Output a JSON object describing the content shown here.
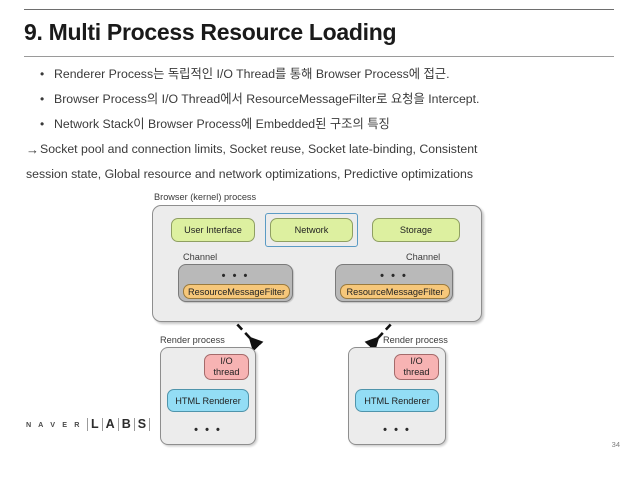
{
  "slide": {
    "title": "9. Multi Process Resource Loading",
    "page_number": "34"
  },
  "bullets": [
    {
      "marker": "•",
      "text": "Renderer Process는 독립적인 I/O Thread를 통해 Browser Process에 접근."
    },
    {
      "marker": "•",
      "text": "Browser Process의 I/O Thread에서  ResourceMessageFilter로 요청을 Intercept."
    },
    {
      "marker": "•",
      "text": "Network Stack이 Browser Process에 Embedded된 구조의 특징"
    },
    {
      "marker": "→",
      "text": "Socket pool and connection limits, Socket reuse, Socket late-binding, Consistent"
    }
  ],
  "continuation_line": "session state, Global resource and network optimizations, Predictive optimizations",
  "diagram": {
    "browser_process_label": "Browser (kernel) process",
    "services": [
      {
        "name": "User Interface"
      },
      {
        "name": "Network"
      },
      {
        "name": "Storage"
      }
    ],
    "channel_label_left": "Channel",
    "channel_label_right": "Channel",
    "channel_dots": "• • •",
    "resource_message_filter": "ResourceMessageFilter",
    "render_process_label_left": "Render process",
    "render_process_label_right": "Render process",
    "io_thread_line1": "I/O",
    "io_thread_line2": "thread",
    "html_renderer": "HTML Renderer",
    "render_dots": "• • •",
    "colors": {
      "service_fill": "#ddf0a0",
      "network_highlight": "#5b9bc4",
      "channel_fill": "#b9b9b9",
      "filter_fill": "#f6c77a",
      "io_thread_fill": "#f7b3b3",
      "html_renderer_fill": "#93ddf5",
      "process_fill": "#ececec"
    }
  },
  "footer": {
    "brand_primary": "N A V E R",
    "brand_letters": [
      "L",
      "A",
      "B",
      "S"
    ]
  }
}
